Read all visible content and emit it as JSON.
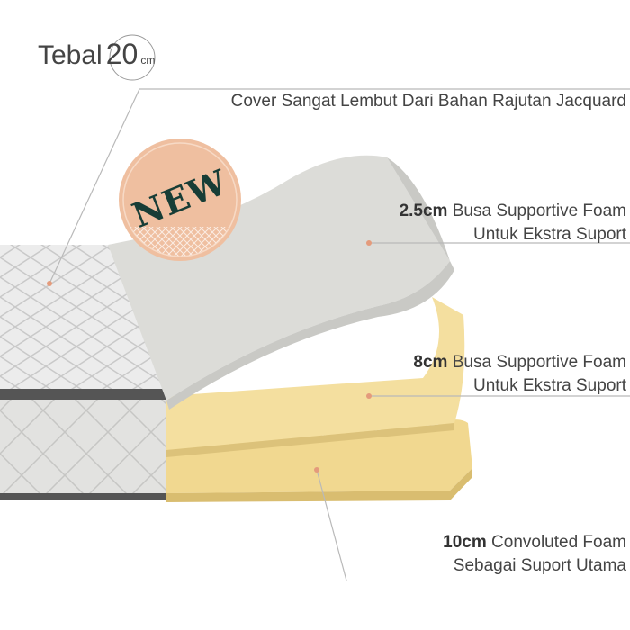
{
  "header": {
    "title_word": "Tebal",
    "thickness_value": "20",
    "thickness_unit": "cm"
  },
  "badge": {
    "text": "NEW",
    "color": "#efbfa0",
    "text_color": "#173d36"
  },
  "layers": [
    {
      "name": "Cover Sangat Lembut Dari Bahan Rajutan Jacquard"
    },
    {
      "size": "2.5cm",
      "line1": "Busa Supportive Foam",
      "line2": "Untuk Ekstra Suport"
    },
    {
      "size": "8cm",
      "line1": "Busa Supportive Foam",
      "line2": "Untuk Ekstra Suport"
    },
    {
      "size": "10cm",
      "line1": "Convoluted Foam",
      "line2": "Sebagai Suport Utama"
    }
  ],
  "colors": {
    "cover": "#e9e9e9",
    "grey_foam": "#dcdcd8",
    "yellow_foam": "#f3dc9c",
    "leader": "#b9b9b9"
  }
}
